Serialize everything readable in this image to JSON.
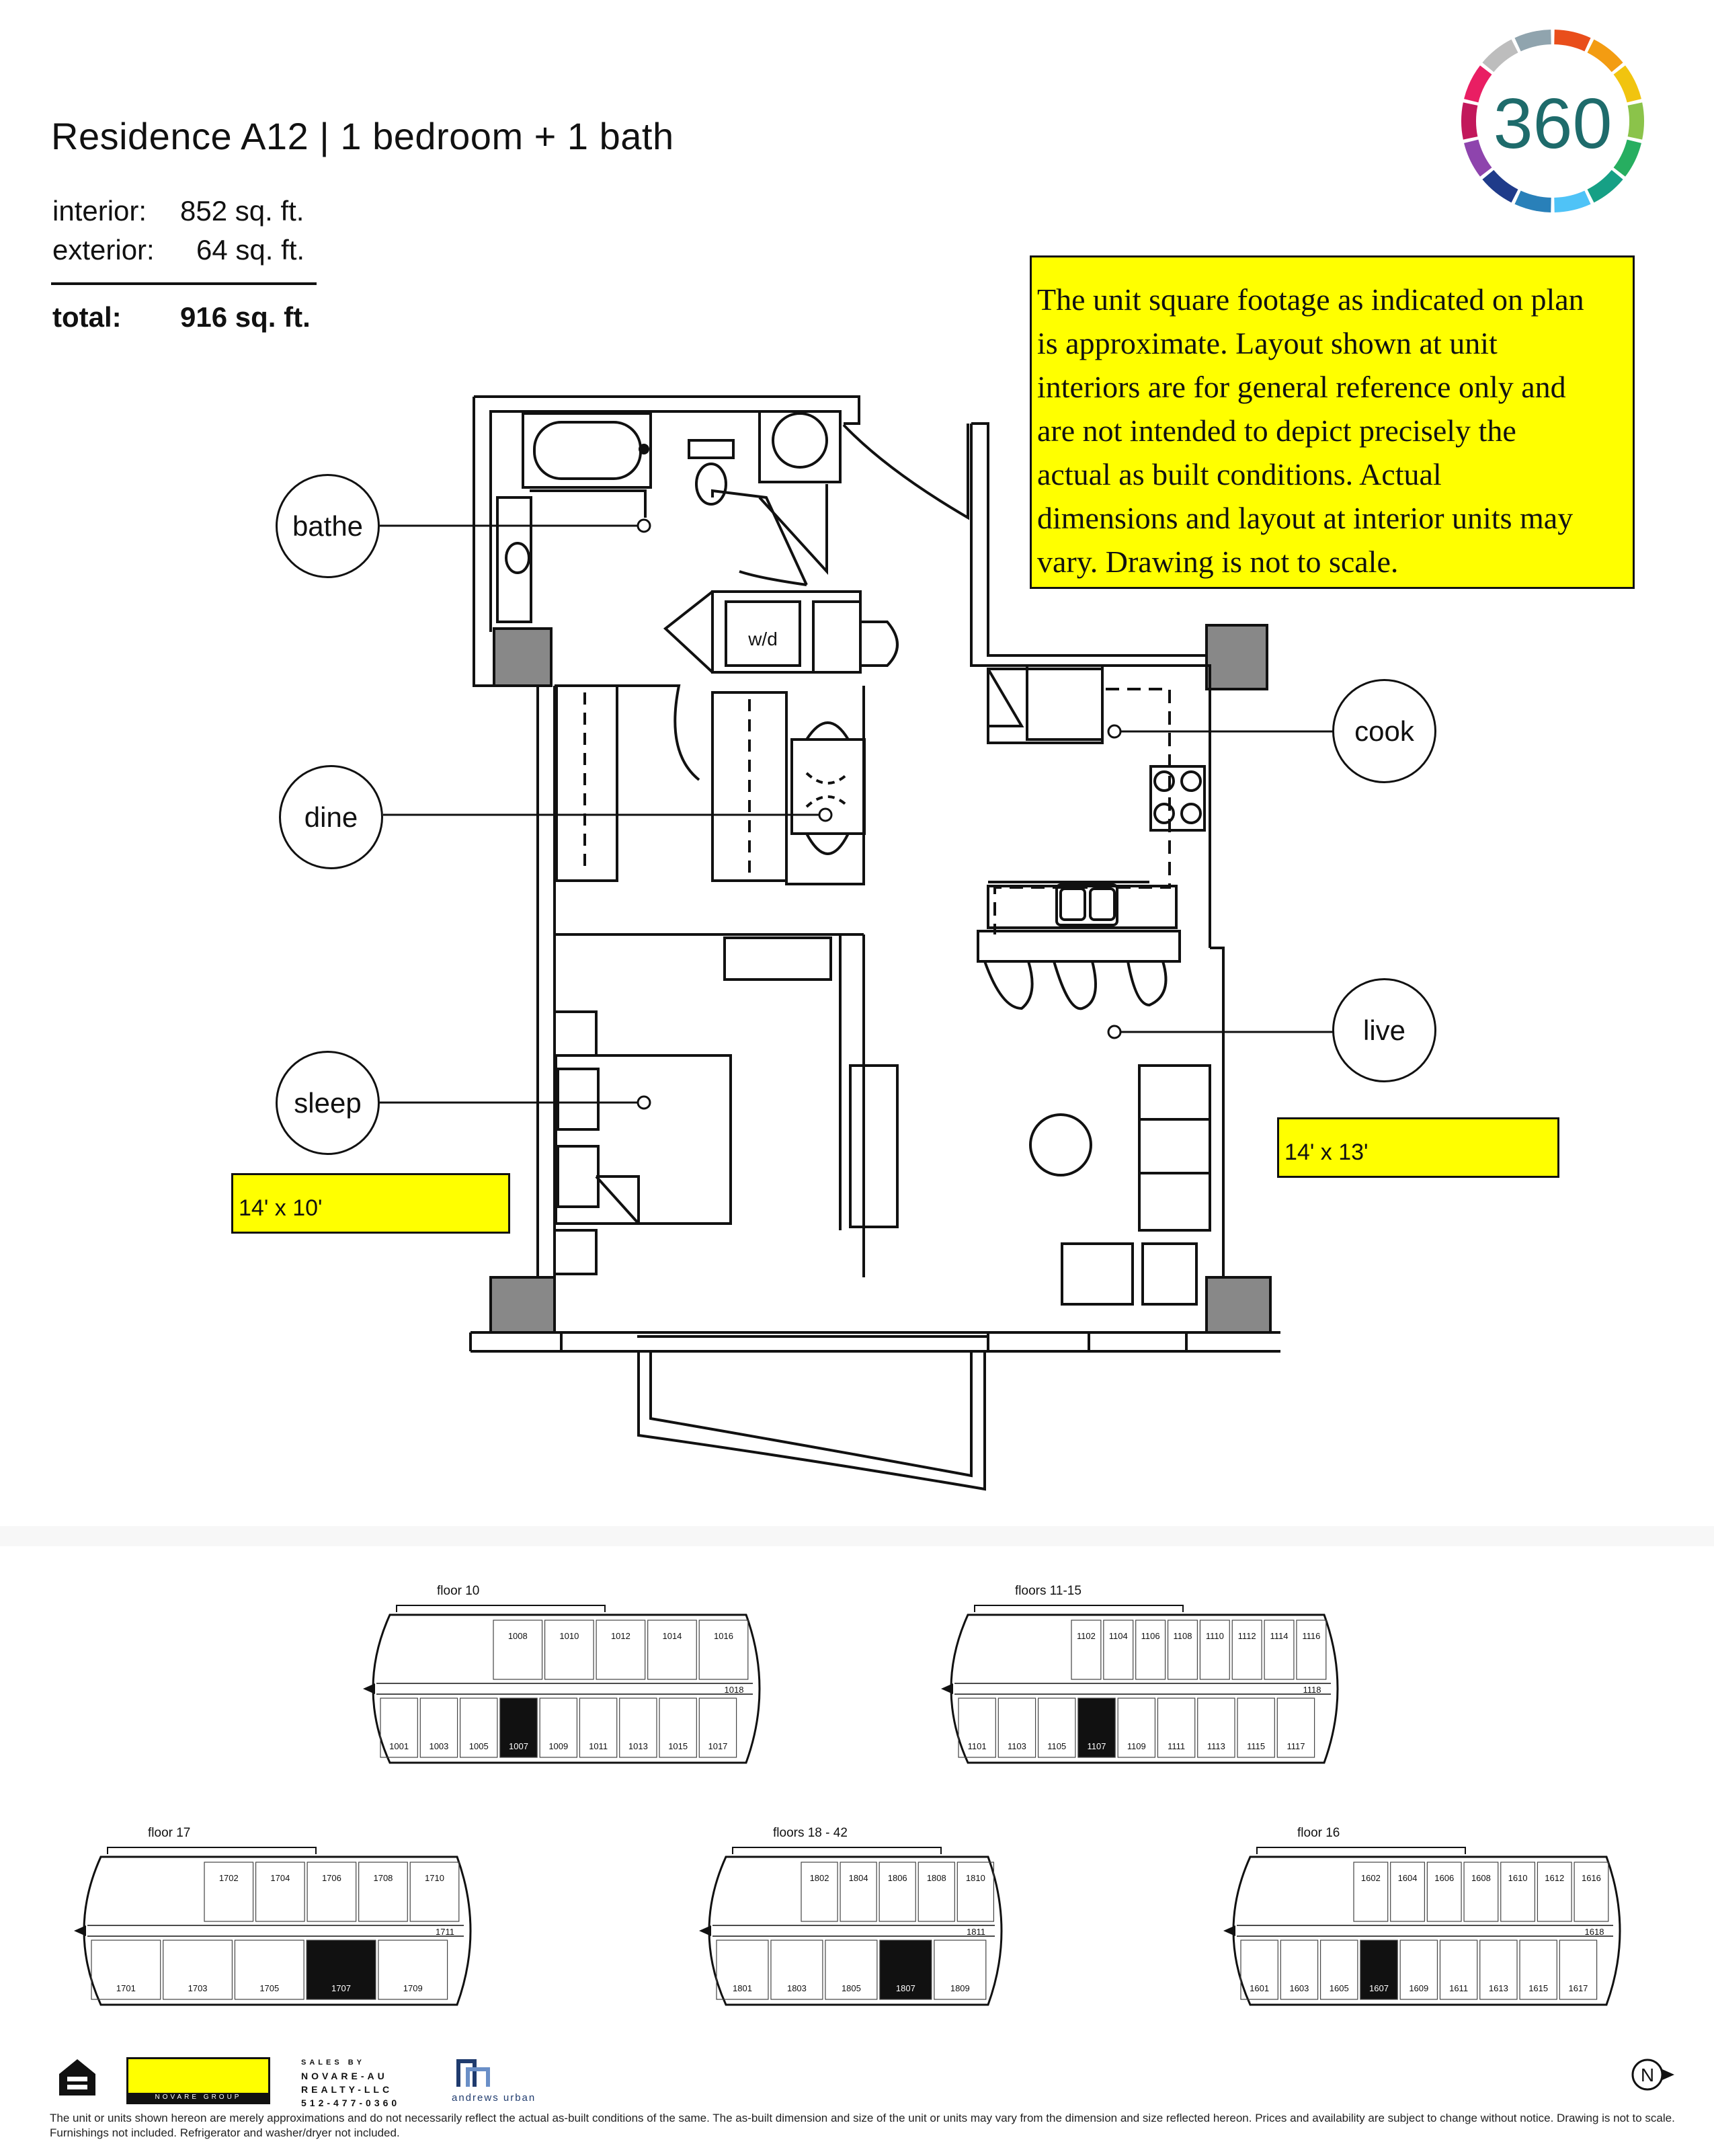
{
  "header": {
    "title": "Residence A12 | 1 bedroom + 1 bath",
    "interior_label": "interior:",
    "interior_value": "852 sq. ft.",
    "exterior_label": "exterior:",
    "exterior_value": "64 sq. ft.",
    "total_label": "total:",
    "total_value": "916 sq. ft."
  },
  "logo": {
    "text": "360",
    "ring_colors": [
      "#e94e1b",
      "#f39c12",
      "#f1c40f",
      "#8bc34a",
      "#27ae60",
      "#16a085",
      "#4fc3f7",
      "#2980b9",
      "#1f3b8a",
      "#8e44ad",
      "#c2185b",
      "#e91e63",
      "#bdbdbd",
      "#90a4ae"
    ]
  },
  "disclaimer": {
    "lines": [
      "The unit square footage as indicated on plan",
      "is approximate.  Layout shown at unit",
      "interiors are for general reference only and",
      "are not intended to depict precisely the",
      "actual as built conditions.  Actual",
      "dimensions and layout at interior units may",
      "vary.  Drawing is not to scale."
    ]
  },
  "rooms": {
    "bathe": "bathe",
    "dine": "dine",
    "sleep": "sleep",
    "cook": "cook",
    "live": "live"
  },
  "fixtures": {
    "washer_dryer": "w/d"
  },
  "dimensions": {
    "bedroom": "14' x 10'",
    "living": "14' x 13'"
  },
  "key_plans": [
    {
      "title": "floor 10",
      "top_units": [
        "1008",
        "1010",
        "1012",
        "1014",
        "1016"
      ],
      "end_unit": "1018",
      "bottom_units": [
        "1001",
        "1003",
        "1005",
        "1007",
        "1009",
        "1011",
        "1013",
        "1015",
        "1017"
      ],
      "highlight": "1007"
    },
    {
      "title": "floors 11-15",
      "top_units": [
        "1102",
        "1104",
        "1106",
        "1108",
        "1110",
        "1112",
        "1114",
        "1116"
      ],
      "end_unit": "1118",
      "bottom_units": [
        "1101",
        "1103",
        "1105",
        "1107",
        "1109",
        "1111",
        "1113",
        "1115",
        "1117"
      ],
      "highlight": "1107"
    },
    {
      "title": "floor 17",
      "top_units": [
        "1702",
        "1704",
        "1706",
        "1708",
        "1710"
      ],
      "end_unit": "1711",
      "bottom_units": [
        "1701",
        "1703",
        "1705",
        "1707",
        "1709"
      ],
      "highlight": "1707"
    },
    {
      "title": "floors 18 - 42",
      "top_units": [
        "1802",
        "1804",
        "1806",
        "1808",
        "1810"
      ],
      "end_unit": "1811",
      "bottom_units": [
        "1801",
        "1803",
        "1805",
        "1807",
        "1809"
      ],
      "highlight": "1807"
    },
    {
      "title": "floor 16",
      "top_units": [
        "1602",
        "1604",
        "1606",
        "1608",
        "1610",
        "1612",
        "1616"
      ],
      "end_unit": "1618",
      "bottom_units": [
        "1601",
        "1603",
        "1605",
        "1607",
        "1609",
        "1611",
        "1613",
        "1615",
        "1617"
      ],
      "highlight": "1607"
    }
  ],
  "footer": {
    "novare_band": "NOVARE GROUP",
    "sales_lines": [
      "SALES BY",
      "NOVARE-AU",
      "REALTY-LLC",
      "512-477-0360"
    ],
    "partner": "andrews urban",
    "north": "N",
    "legal": "The unit or units shown hereon are merely approximations and do not necessarily reflect the actual as-built conditions of the same. The as-built dimension and size of the unit or units may vary from the dimension and size reflected hereon. Prices and availability are subject to change without notice. Drawing is not to scale. Furnishings not included. Refrigerator and washer/dryer not included."
  }
}
